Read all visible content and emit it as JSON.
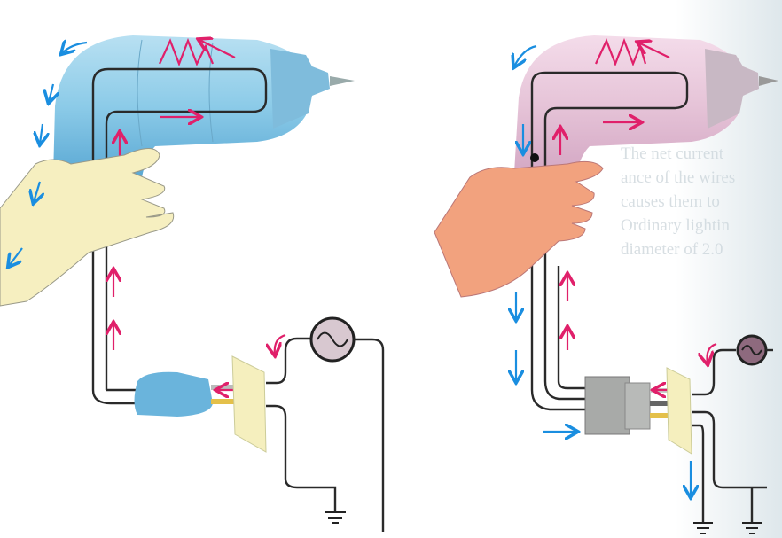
{
  "figure": {
    "left_panel": "drill-without-ground",
    "right_panel": "drill-with-grounded-three-prong-plug"
  },
  "bleed_through_text": [
    "The net current",
    "ance of the wires",
    "causes them to",
    "Ordinary lightin",
    "diameter of 2.0"
  ],
  "colors": {
    "current_arrow": "#e0206a",
    "shock_arrow": "#1a8ee0",
    "left_drill": "#8ccbe8",
    "right_drill": "#e8c8dc",
    "hand_left": "#f6efc0",
    "hand_right": "#f2a27e"
  }
}
